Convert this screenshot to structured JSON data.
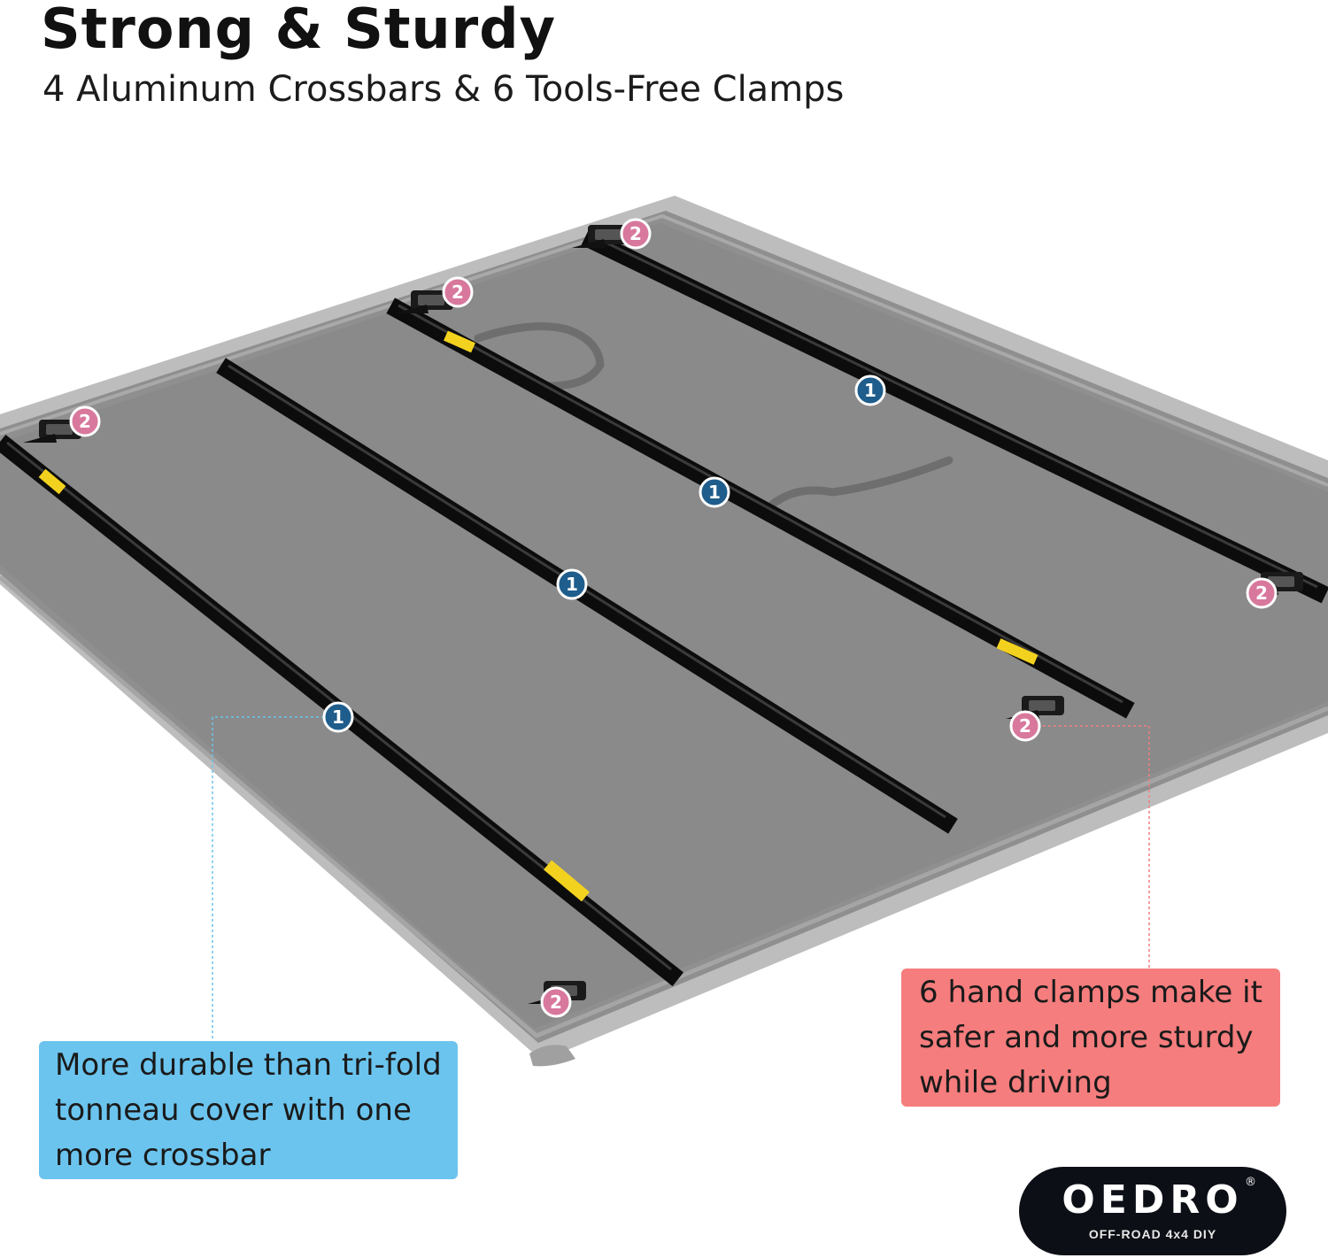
{
  "heading": {
    "title": "Strong & Sturdy",
    "subtitle": "4 Aluminum Crossbars & 6 Tools-Free Clamps"
  },
  "markers": {
    "crossbar_label": "1",
    "clamp_label": "2",
    "crossbar_count": 4,
    "clamp_count": 6,
    "crossbar_color": "#1e5d8c",
    "clamp_color": "#d8789c"
  },
  "callouts": {
    "crossbar": {
      "lines": [
        "More durable than tri-fold",
        "tonneau cover with one",
        "more crossbar"
      ],
      "color": "#6bc4ee"
    },
    "clamps": {
      "lines": [
        "6 hand clamps make it",
        "safer and more sturdy",
        "while driving"
      ],
      "color": "#f57d7d"
    }
  },
  "logo": {
    "wordmark": "OEDRO",
    "registered": "®",
    "tagline": "OFF-ROAD 4x4 DIY"
  }
}
